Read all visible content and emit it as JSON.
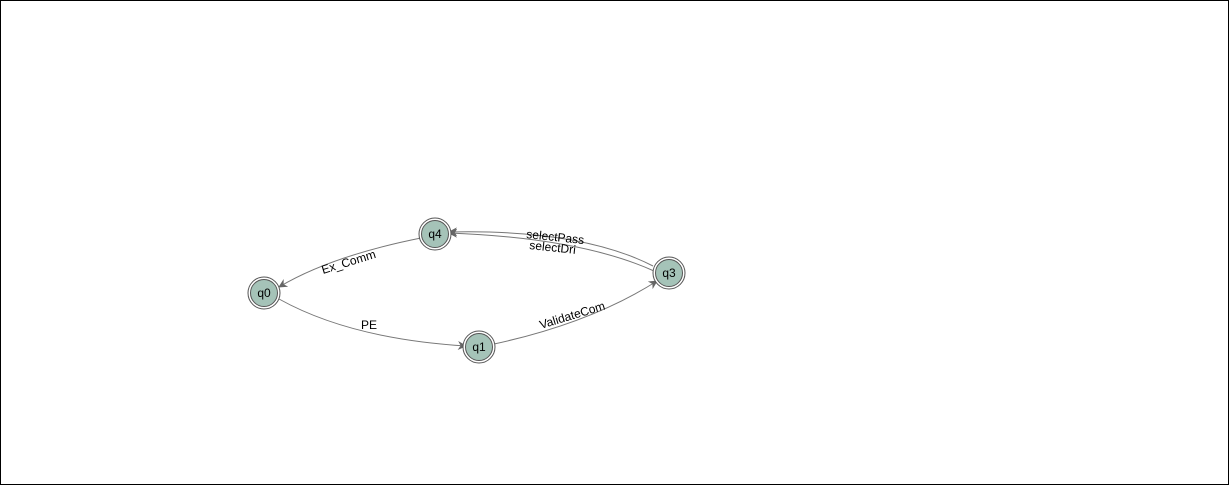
{
  "colors": {
    "state_fill": "#a5c3b8",
    "state_stroke": "#555555",
    "edge": "#777777",
    "arrowhead": "#666666",
    "frame": "#000000"
  },
  "states": [
    {
      "id": "q0",
      "label": "q0"
    },
    {
      "id": "q1",
      "label": "q1"
    },
    {
      "id": "q3",
      "label": "q3"
    },
    {
      "id": "q4",
      "label": "q4"
    }
  ],
  "transitions": [
    {
      "id": "t1",
      "from": "q0",
      "to": "q1",
      "label": "PE"
    },
    {
      "id": "t2",
      "from": "q1",
      "to": "q3",
      "label": "ValidateCom"
    },
    {
      "id": "t3",
      "from": "q3",
      "to": "q4",
      "label": "selectPass"
    },
    {
      "id": "t4",
      "from": "q3",
      "to": "q4",
      "label": "selectDri"
    },
    {
      "id": "t5",
      "from": "q4",
      "to": "q0",
      "label": "Ex_Comm"
    }
  ]
}
